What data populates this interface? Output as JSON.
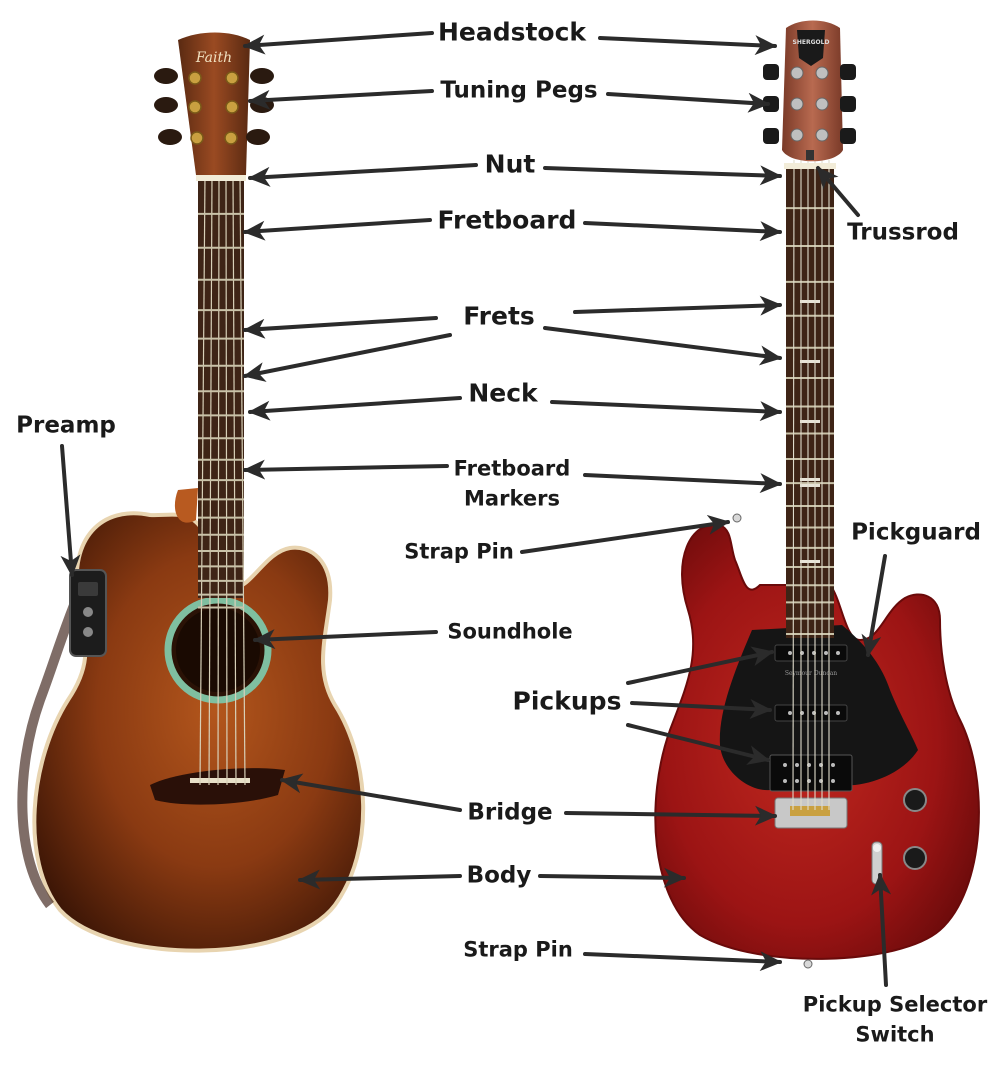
{
  "labels": {
    "headstock": "Headstock",
    "tuning_pegs": "Tuning Pegs",
    "nut": "Nut",
    "fretboard": "Fretboard",
    "trussrod": "Trussrod",
    "frets": "Frets",
    "neck": "Neck",
    "preamp": "Preamp",
    "fretboard_markers_1": "Fretboard",
    "fretboard_markers_2": "Markers",
    "strap_pin_top": "Strap Pin",
    "pickguard": "Pickguard",
    "soundhole": "Soundhole",
    "pickups": "Pickups",
    "bridge": "Bridge",
    "body": "Body",
    "strap_pin_bottom": "Strap Pin",
    "pickup_selector_1": "Pickup Selector",
    "pickup_selector_2": "Switch"
  },
  "acoustic": {
    "headstock_text": "Faith"
  },
  "electric": {
    "headstock_text": "SHERGOLD",
    "pickup_brand": "Seymour Duncan"
  },
  "colors": {
    "label_text": "#1a1a1a",
    "arrow": "#2b2b2b",
    "acoustic_body": "#8a3a12",
    "electric_body": "#9c1414",
    "pickguard": "#151515",
    "fretboard": "#3e2416"
  }
}
